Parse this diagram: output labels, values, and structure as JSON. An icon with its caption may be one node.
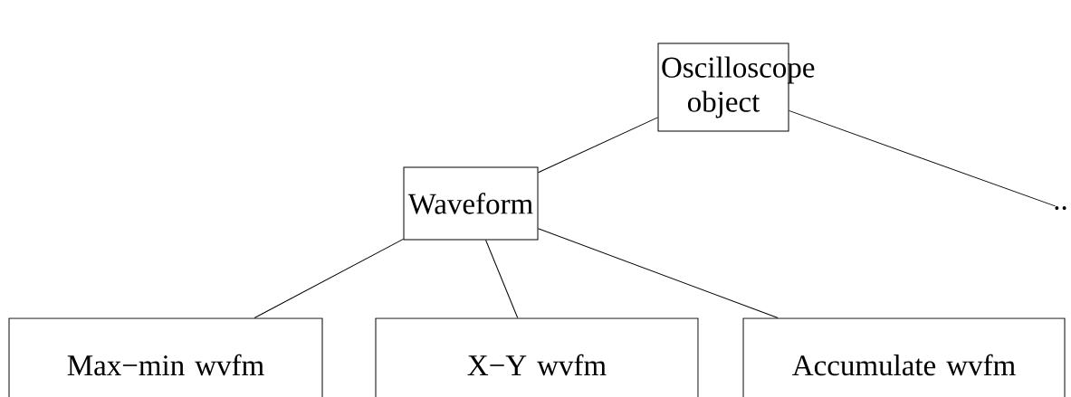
{
  "diagram": {
    "nodes": [
      {
        "text": [
          "Oscilloscope object"
        ]
      },
      {
        "text": [
          "Waveform"
        ]
      },
      {
        "text": [
          ".."
        ]
      },
      {
        "text": [
          "Max−min wvfm"
        ]
      },
      {
        "text": [
          "X−Y wvfm"
        ]
      },
      {
        "text": [
          "Accumulate wvfm"
        ]
      }
    ],
    "edges": [
      {
        "from": 0,
        "to": 1,
        "arrow": "none"
      },
      {
        "from": 0,
        "to": 2,
        "arrow": "none"
      },
      {
        "from": 1,
        "to": 3,
        "arrow": "none"
      },
      {
        "from": 1,
        "to": 4,
        "arrow": "none"
      },
      {
        "from": 1,
        "to": 5,
        "arrow": "none"
      }
    ]
  }
}
